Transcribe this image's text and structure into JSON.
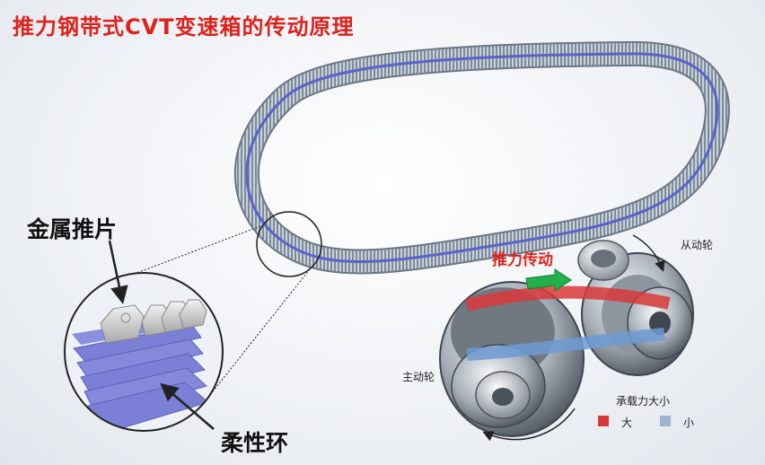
{
  "title": "推力钢带式CVT变速箱的传动原理",
  "labels": {
    "metal_pusher": "金属推片",
    "flexible_ring": "柔性环",
    "push_drive": "推力传动",
    "driven_pulley": "从动轮",
    "drive_pulley": "主动轮"
  },
  "legend": {
    "title": "承载力大小",
    "items": [
      {
        "label": "大",
        "color": "#d9383a"
      },
      {
        "label": "小",
        "color": "#9db4d3"
      }
    ]
  },
  "colors": {
    "title": "#e0211b",
    "arrow_green": "#22b04a",
    "belt_blue": "#5a63c9",
    "band_red": "#d9383a",
    "band_blue": "#6d9bd2"
  }
}
